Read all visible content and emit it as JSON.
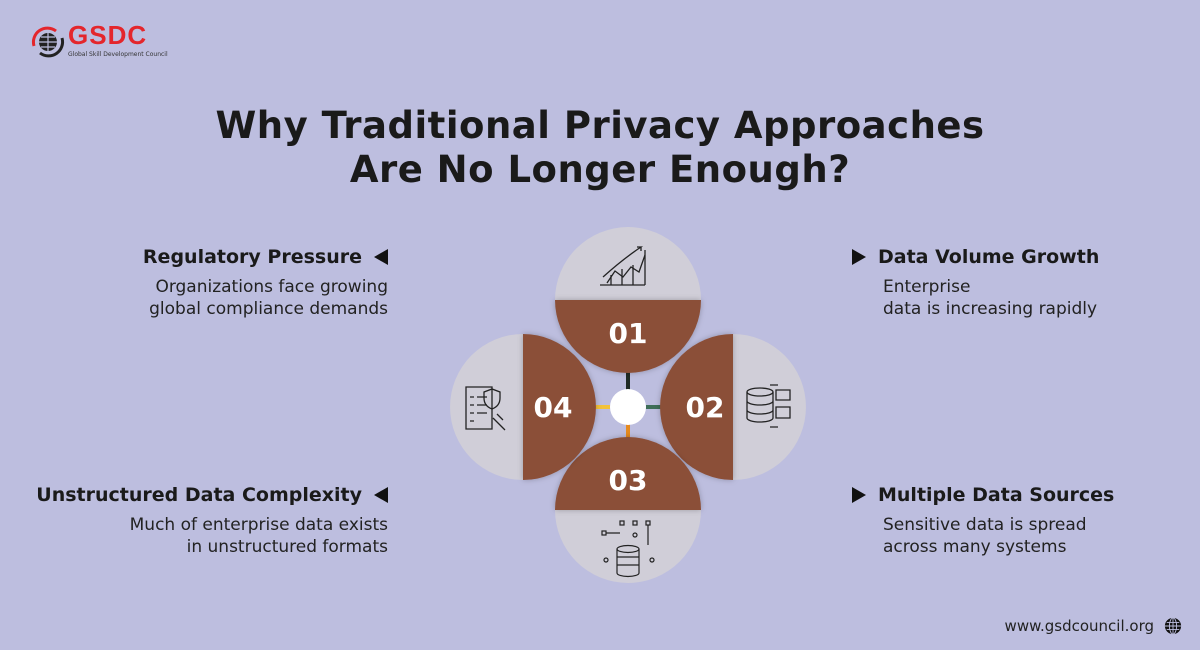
{
  "brand": {
    "name": "GSDC",
    "tagline": "Global Skill Development Council",
    "website": "www.gsdcouncil.org"
  },
  "title": {
    "line1": "Why Traditional Privacy Approaches",
    "line2": "Are No Longer Enough?"
  },
  "items": [
    {
      "number": "01",
      "heading": "Data Volume Growth",
      "desc1": "Enterprise",
      "desc2": "data is increasing rapidly",
      "icon": "growth-chart-icon"
    },
    {
      "number": "02",
      "heading": "Multiple Data Sources",
      "desc1": "Sensitive data is spread",
      "desc2": "across many systems",
      "icon": "database-folders-icon"
    },
    {
      "number": "03",
      "heading": "Unstructured Data Complexity",
      "desc1": "Much of enterprise data exists",
      "desc2": "in unstructured formats",
      "icon": "database-nodes-icon"
    },
    {
      "number": "04",
      "heading": "Regulatory Pressure",
      "desc1": "Organizations face growing",
      "desc2": "global compliance demands",
      "icon": "compliance-gavel-icon"
    }
  ],
  "colors": {
    "background": "#bdbedf",
    "brown": "#8b4f38",
    "gray": "#d0ced8",
    "accent_red": "#e4262c"
  }
}
